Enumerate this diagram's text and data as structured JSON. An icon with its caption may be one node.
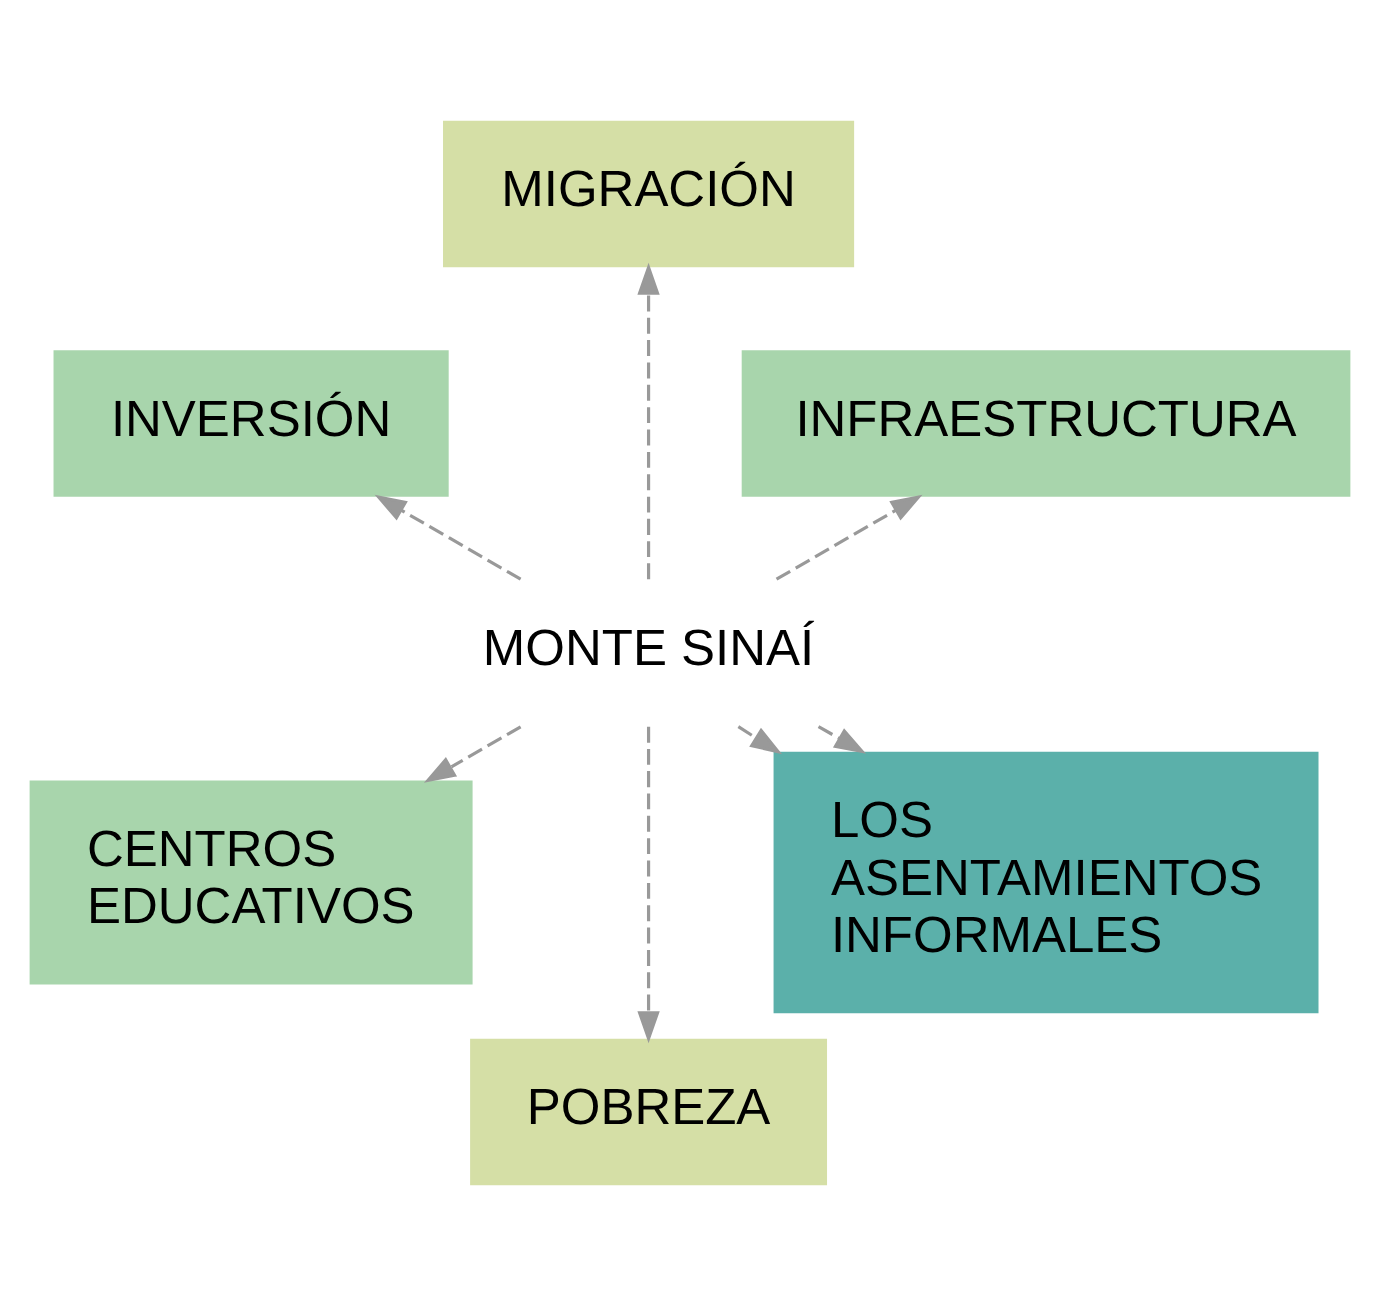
{
  "diagram": {
    "nodes": [
      {
        "text": [
          "INFRAESTRUCTURA"
        ]
      },
      {
        "text": [
          "MIGRACIÓN"
        ]
      },
      {
        "text": [
          "INVERSIÓN"
        ]
      },
      {
        "text": [
          "CENTROS EDUCATIVOS"
        ]
      },
      {
        "text": [
          "MONTE SINAÍ"
        ]
      },
      {
        "text": [
          "POBREZA"
        ]
      },
      {
        "text": [
          "LOS ASENTAMIENTOS INFORMALES"
        ]
      }
    ],
    "edges": [
      {
        "from": 4,
        "to": 0,
        "arrow": "to",
        "style": "dashed"
      },
      {
        "from": 4,
        "to": 2,
        "arrow": "to",
        "style": "dashed"
      },
      {
        "from": 4,
        "to": 1,
        "arrow": "to",
        "style": "dashed"
      },
      {
        "from": 4,
        "to": 3,
        "arrow": "to",
        "style": "dashed"
      },
      {
        "from": 4,
        "to": 5,
        "arrow": "to",
        "style": "dashed"
      },
      {
        "from": 4,
        "to": 6,
        "arrow": "to",
        "style": "dashed"
      },
      {
        "from": 4,
        "to": 6,
        "arrow": "to",
        "style": "dashed"
      }
    ]
  }
}
